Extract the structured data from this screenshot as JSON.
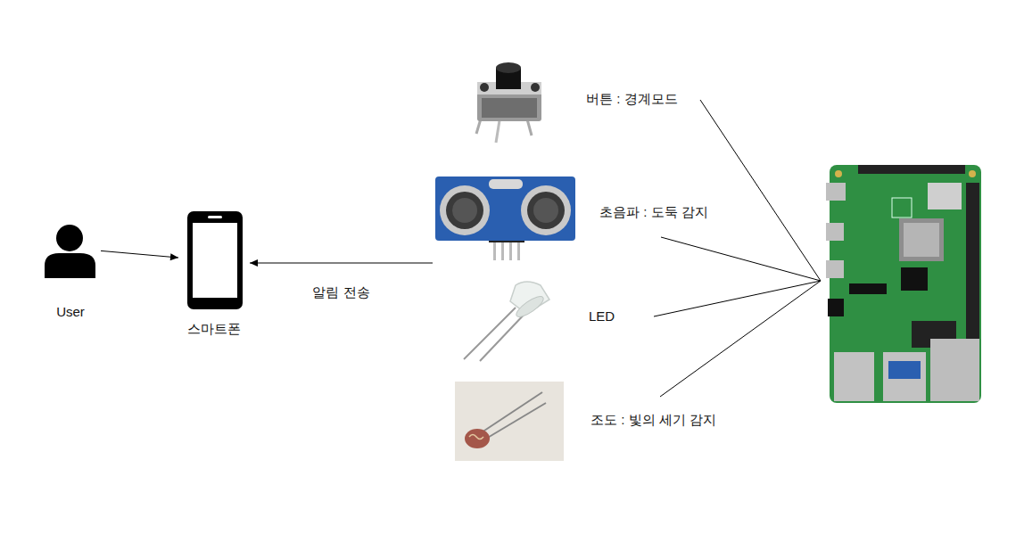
{
  "diagram": {
    "nodes": [
      {
        "text": [
          "User"
        ]
      },
      {
        "text": [
          "스마트폰"
        ]
      },
      {
        "text": [
          "버튼 : 경계모드"
        ]
      },
      {
        "text": [
          "초음파 : 도둑 감지"
        ]
      },
      {
        "text": [
          "LED"
        ]
      },
      {
        "text": [
          "조도 : 빛의 세기 감지"
        ]
      }
    ],
    "edges": [
      {
        "from": 0,
        "to": 1,
        "arrow": "to"
      },
      {
        "from": 3,
        "to": 1,
        "label": "알림 전송",
        "arrow": "to"
      }
    ]
  }
}
